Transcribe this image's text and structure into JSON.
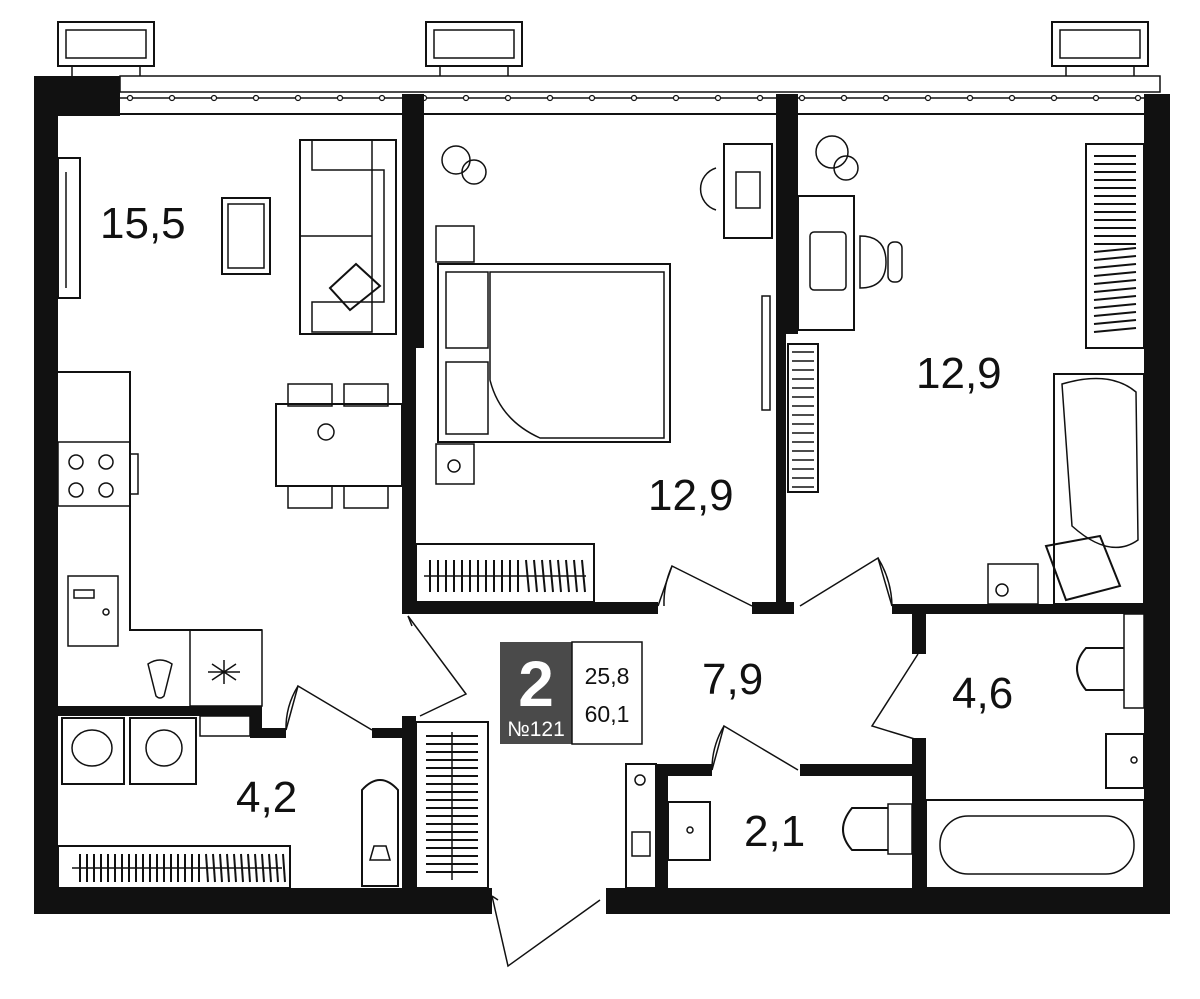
{
  "rooms": [
    {
      "id": "living-kitchen",
      "area": "15,5"
    },
    {
      "id": "bedroom",
      "area": "12,9"
    },
    {
      "id": "second-bedroom",
      "area": "12,9"
    },
    {
      "id": "hallway",
      "area": "7,9"
    },
    {
      "id": "bathroom",
      "area": "4,6"
    },
    {
      "id": "storage",
      "area": "4,2"
    },
    {
      "id": "toilet",
      "area": "2,1"
    }
  ],
  "badge": {
    "rooms_count": "2",
    "apartment_number": "№121",
    "living_area": "25,8",
    "total_area": "60,1"
  },
  "colors": {
    "wall": "#111111",
    "badge_bg": "#4a4a4a",
    "furniture_fill": "#c8c8c8"
  }
}
